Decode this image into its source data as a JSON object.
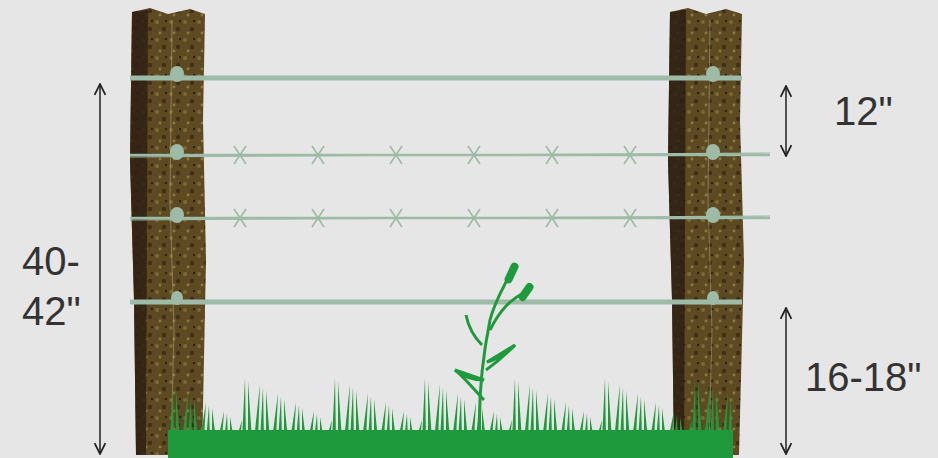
{
  "diagram": {
    "labels": [
      "40- 42\"",
      "12\"",
      "16-18\""
    ]
  }
}
